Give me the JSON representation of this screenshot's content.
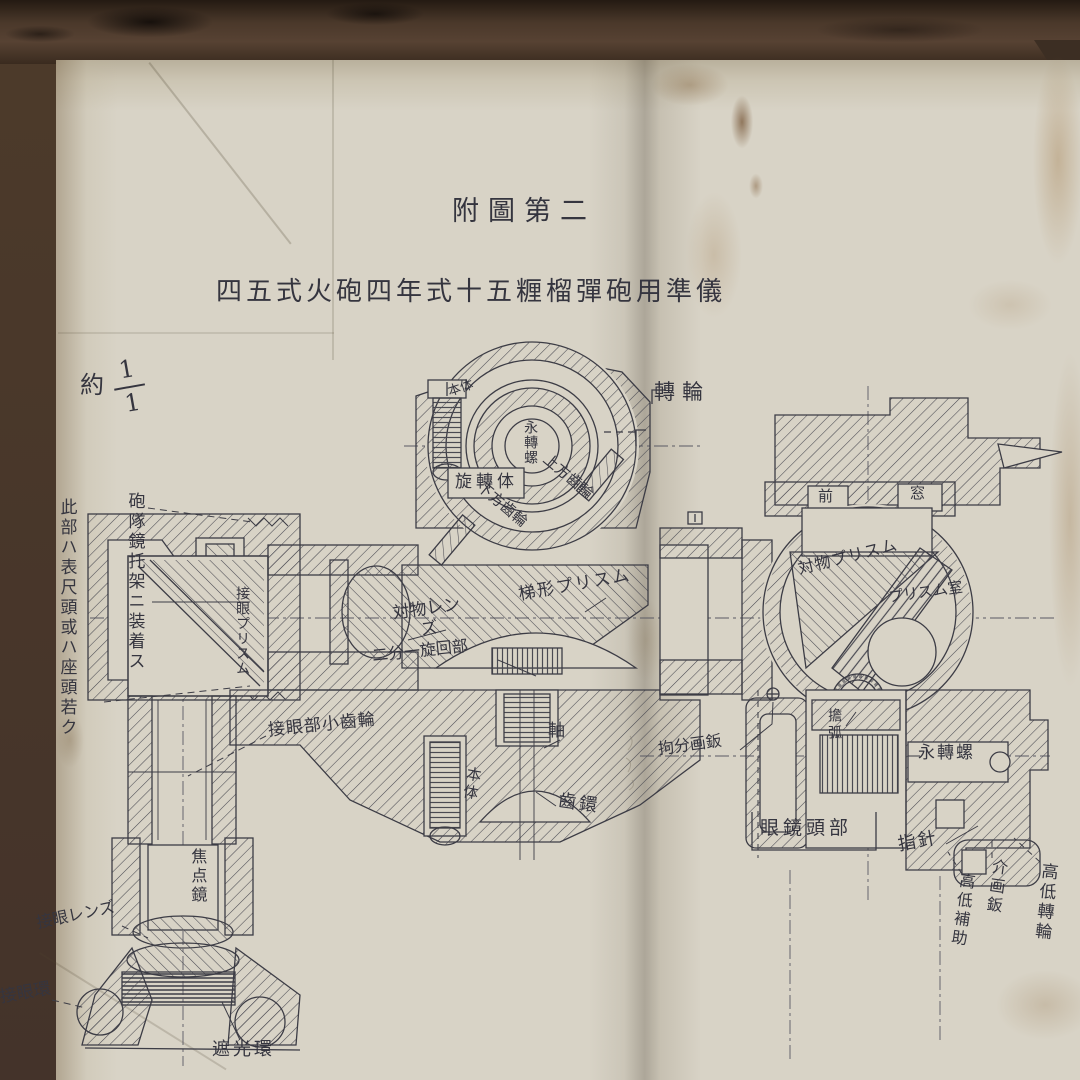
{
  "header": {
    "figure_no": "附圖第二",
    "title": "四五式火砲四年式十五糎榴彈砲用準儀",
    "scale_prefix": "約",
    "scale_num": "1",
    "scale_den": "1"
  },
  "labels": {
    "mount_note": "砲隊鏡托架ニ装着ス",
    "attach_note": "此部ハ表尺頭或ハ座頭若ク",
    "body_top": "本体",
    "worm_center": "永轉螺",
    "turn_wheel": "轉輪",
    "rotating_body": "旋轉体",
    "upper_gear": "上方齒輪",
    "lower_gear": "下方齒輪",
    "eyepiece_prism": "接眼プリスム",
    "objective_lens": "対物レンズ",
    "half_traverse": "二分一旋回部",
    "trapezoid_prism": "梯形プリスム",
    "eyepiece_pinion": "接眼部小齒輪",
    "shaft": "軸",
    "body_lower": "本体",
    "gear_ring": "齒鐶",
    "front": "前",
    "window": "窓",
    "objective_prism": "対物プリスム",
    "prism_chamber": "プリスム室",
    "arc": "擔弧",
    "clamp_plate": "拘分画鈑",
    "eyepiece_head": "眼鏡頭部",
    "worm_right": "永轉螺",
    "pointer": "指針",
    "elevation_wheel": "高低轉輪",
    "graduation_plate": "介画鈑",
    "elevation_aux": "高低補助",
    "focus_lens": "焦点鏡",
    "eyepiece_lens": "接眼レンズ",
    "eyepiece_ring": "接眼環",
    "light_shade_ring": "遮光環"
  }
}
